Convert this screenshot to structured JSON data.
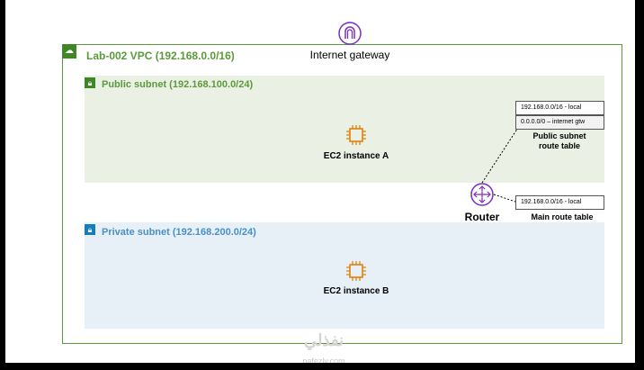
{
  "vpc": {
    "label": "Lab-002 VPC (192.168.0.0/16)",
    "icon": "cloud-lock-icon",
    "color": "#3f8624"
  },
  "internet_gateway": {
    "label": "Internet gateway",
    "icon": "internet-gateway-icon",
    "color": "#7b2fbe"
  },
  "public_subnet": {
    "label": "Public subnet (192.168.100.0/24)",
    "icon": "lock-icon",
    "color": "#5a9a3a"
  },
  "private_subnet": {
    "label": "Private subnet (192.168.200.0/24)",
    "icon": "lock-icon",
    "color": "#4a8fc9"
  },
  "instances": [
    {
      "label": "EC2 instance A",
      "icon": "ec2-chip-icon"
    },
    {
      "label": "EC2 instance B",
      "icon": "ec2-chip-icon"
    }
  ],
  "router": {
    "label": "Router",
    "icon": "router-icon",
    "color": "#7b2fbe"
  },
  "route_tables": {
    "public": {
      "title": "Public subnet route table",
      "title_line1": "Public subnet",
      "title_line2": "route table",
      "routes": [
        "192.168.0.0/16 - local",
        "0.0.0.0/0 – internet gtw"
      ]
    },
    "main": {
      "title": "Main route table",
      "routes": [
        "192.168.0.0/16 - local"
      ]
    }
  },
  "watermark": {
    "text": "نفذلي",
    "sub": "nafezly.com"
  }
}
